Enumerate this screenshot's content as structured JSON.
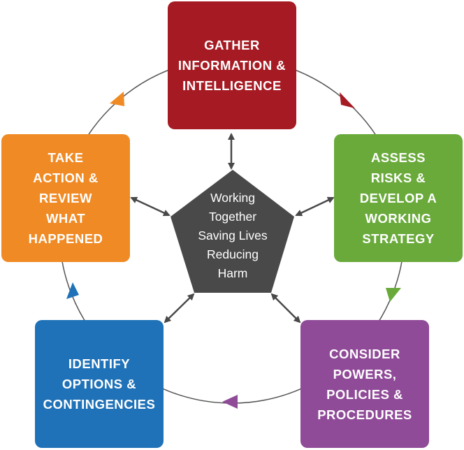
{
  "center": {
    "text": "Working\nTogether\nSaving Lives\nReducing\nHarm"
  },
  "steps": [
    {
      "label": "GATHER\nINFORMATION &\nINTELLIGENCE",
      "color": "#a61b23"
    },
    {
      "label": "ASSESS\nRISKS &\nDEVELOP A\nWORKING\nSTRATEGY",
      "color": "#6aaa3b"
    },
    {
      "label": "CONSIDER\nPOWERS,\nPOLICIES &\nPROCEDURES",
      "color": "#8f4a98"
    },
    {
      "label": "IDENTIFY\nOPTIONS &\nCONTINGENCIES",
      "color": "#1f72b8"
    },
    {
      "label": "TAKE\nACTION &\nREVIEW\nWHAT\nHAPPENED",
      "color": "#f08a24"
    }
  ],
  "center_color": "#4a4949"
}
